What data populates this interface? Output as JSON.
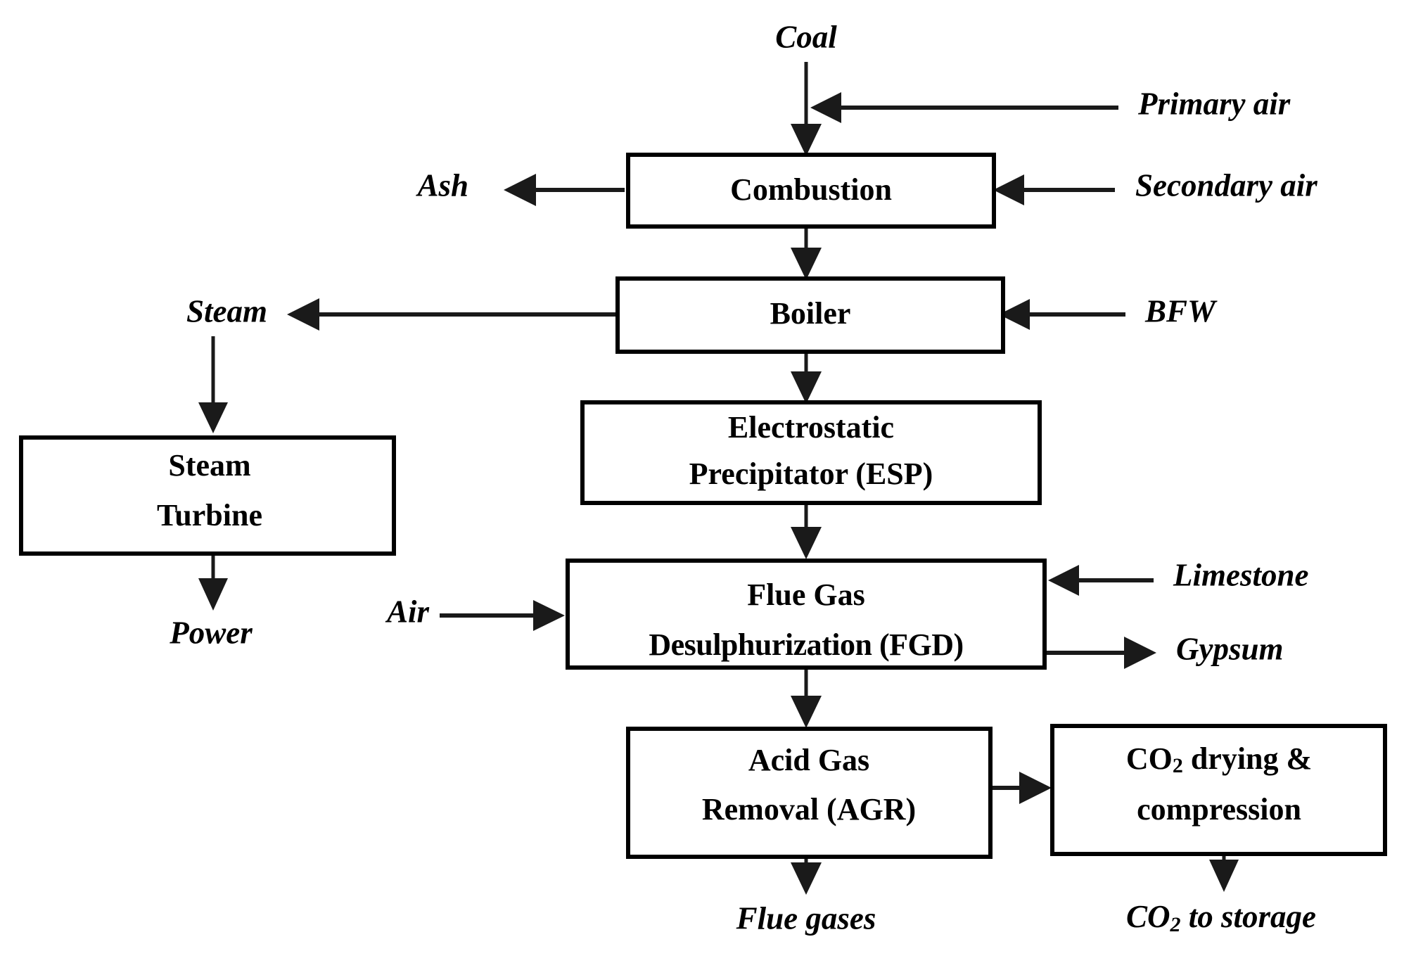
{
  "diagram": {
    "title": "Coal-fired power plant with post-combustion CO2 capture process flow diagram",
    "type": "process-flow-diagram",
    "accent_color": "#000000",
    "background_color": "#ffffff"
  },
  "boxes": {
    "combustion": {
      "label": "Combustion"
    },
    "boiler": {
      "label": "Boiler"
    },
    "esp": {
      "line1": "Electrostatic",
      "line2": "Precipitator (ESP)"
    },
    "fgd": {
      "line1": "Flue Gas",
      "line2": "Desulphurization  (FGD)"
    },
    "agr": {
      "line1": "Acid Gas",
      "line2": "Removal (AGR)"
    },
    "co2_unit": {
      "line1_pre": "CO",
      "line1_sub": "2",
      "line1_post": " drying  &",
      "line2": "compression"
    },
    "steam_turbine": {
      "line1": "Steam",
      "line2": "Turbine"
    }
  },
  "streams": {
    "coal": {
      "label": "Coal"
    },
    "primary_air": {
      "label": "Primary air"
    },
    "secondary_air": {
      "label": "Secondary air"
    },
    "ash": {
      "label": "Ash"
    },
    "steam": {
      "label": "Steam"
    },
    "bfw": {
      "label": "BFW"
    },
    "power": {
      "label": "Power"
    },
    "air": {
      "label": "Air"
    },
    "limestone": {
      "label": "Limestone"
    },
    "gypsum": {
      "label": "Gypsum"
    },
    "flue_gases": {
      "label": "Flue gases"
    },
    "co2_storage": {
      "pre": "CO",
      "sub": "2",
      "post": " to storage"
    }
  }
}
